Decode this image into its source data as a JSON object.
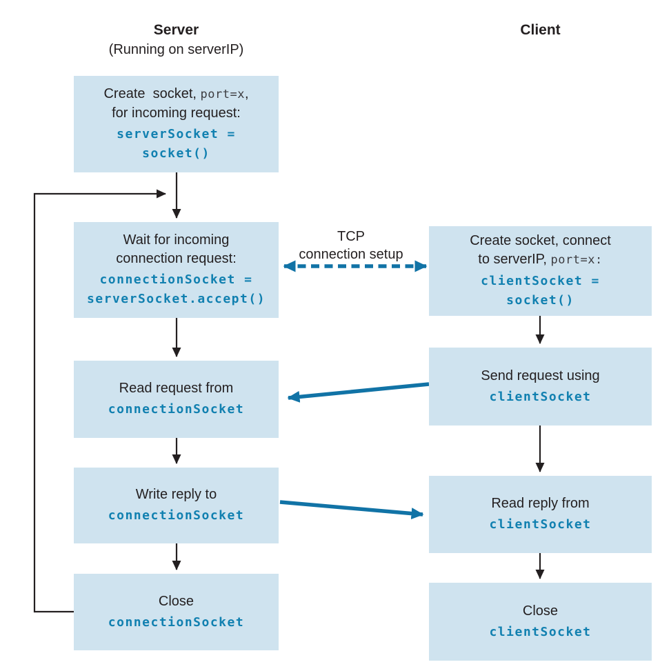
{
  "diagram": {
    "columns": {
      "server": {
        "title": "Server",
        "subtitle": "(Running on serverIP)"
      },
      "client": {
        "title": "Client"
      }
    },
    "tcp_label": {
      "line1": "TCP",
      "line2": "connection setup"
    },
    "server_boxes": {
      "create": {
        "t1a": "Create  socket, ",
        "mono": "port=x",
        "t1b": ",",
        "t2": "for incoming request:",
        "code1": "serverSocket =",
        "code2": "socket()"
      },
      "wait": {
        "t1": "Wait for incoming",
        "t2": "connection request:",
        "code1": "connectionSocket =",
        "code2": "serverSocket.accept()"
      },
      "read_request": {
        "t1": "Read request from",
        "code1": "connectionSocket"
      },
      "write_reply": {
        "t1": "Write reply to",
        "code1": "connectionSocket"
      },
      "close": {
        "t1": "Close",
        "code1": "connectionSocket"
      }
    },
    "client_boxes": {
      "create": {
        "t1": "Create socket, connect",
        "t2a": "to serverIP, ",
        "mono": "port=x:",
        "code1": "clientSocket =",
        "code2": "socket()"
      },
      "send_request": {
        "t1": "Send request using",
        "code1": "clientSocket"
      },
      "read_reply": {
        "t1": "Read reply from",
        "code1": "clientSocket"
      },
      "close": {
        "t1": "Close",
        "code1": "clientSocket"
      }
    },
    "colors": {
      "box_fill": "#cfe3ef",
      "code_blue": "#1180b0",
      "arrow_blue": "#1173a6",
      "text_dark": "#231f20"
    }
  }
}
